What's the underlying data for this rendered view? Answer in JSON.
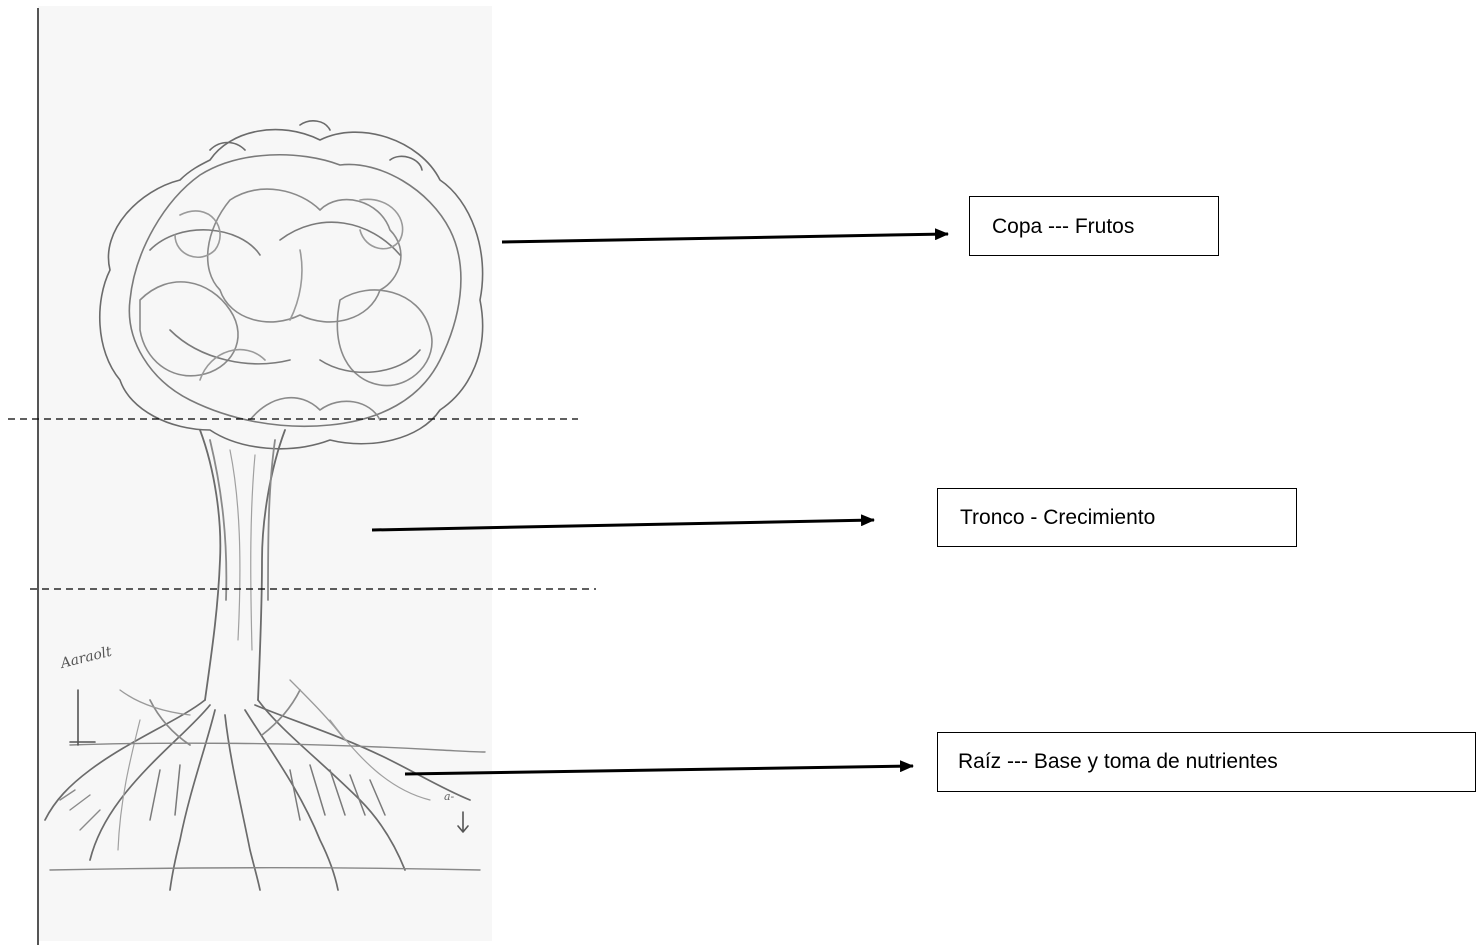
{
  "labels": {
    "copa": "Copa --- Frutos",
    "tronco": "Tronco - Crecimiento",
    "raiz": "Raíz --- Base y toma de nutrientes"
  },
  "sketch_annotations": {
    "altitude_note": "Aaraolt",
    "side_note": "a-"
  },
  "colors": {
    "ink": "#000000",
    "pencil": "#6b6b6b",
    "pencil_light": "#9a9a9a",
    "paper_shade": "#f3f3f3",
    "margin_line": "#555555"
  }
}
